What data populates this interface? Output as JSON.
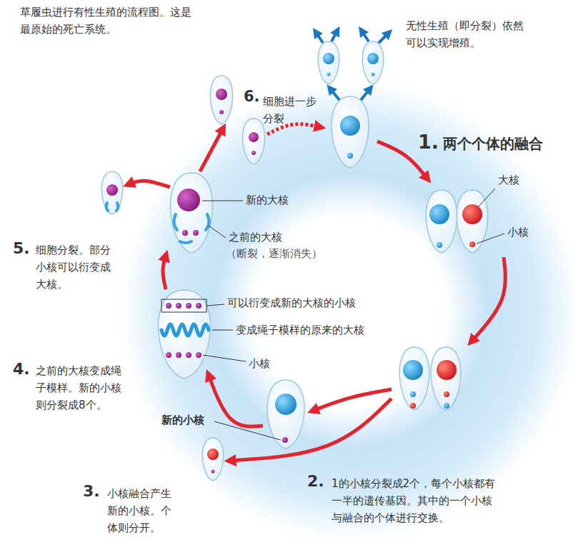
{
  "diagram": {
    "title": "草履虫进行有性生殖的流程图。这是 最原始的死亡系统。",
    "labels": [
      "无性生殖（即分裂）依然 可以实现增殖。",
      "6.",
      "细胞进一步 分裂",
      "1.",
      "两个个体的融合",
      "大核",
      "小核",
      "新的大核",
      "之前的大核",
      "（断裂，逐渐消失）",
      "5.",
      "细胞分裂。部分 小核可以衍变成 大核。",
      "可以衍变成新的大核的小核",
      "变成绳子模样的原来的大核",
      "小核",
      "4.",
      "之前的大核变成绳 子模样。新的小核 则分裂成8个。",
      "新的小核",
      "3.",
      "小核融合产生 新的小核。个 体则分开。",
      "2.",
      "1的小核分裂成2个，每个小核都有 一半的遗传基因。其中的一个小核 与融合的个体进行交换。"
    ]
  }
}
